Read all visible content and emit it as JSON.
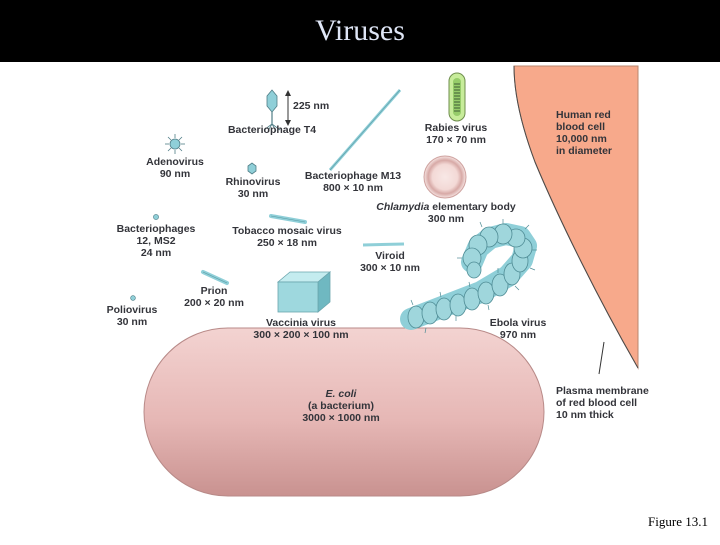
{
  "slide": {
    "title": "Viruses",
    "caption": "Figure 13.1"
  },
  "colors": {
    "title_bar": "#000000",
    "title_text": "#dfe6f6",
    "virus_teal": "#8ccfd6",
    "red_blood_cell": "#f7a98b",
    "ecoli": "#e6b3b3"
  },
  "labels": {
    "t4_scale": "225 nm",
    "t4": "Bacteriophage T4",
    "adenovirus": [
      "Adenovirus",
      "90 nm"
    ],
    "rhinovirus": [
      "Rhinovirus",
      "30 nm"
    ],
    "m13": [
      "Bacteriophage M13",
      "800 × 10 nm"
    ],
    "rabies": [
      "Rabies virus",
      "170 × 70 nm"
    ],
    "rbc": [
      "Human red",
      "blood cell",
      "10,000 nm",
      "in diameter"
    ],
    "chlamydia": {
      "italic": "Chlamydia",
      "rest": " elementary body",
      "size": "300 nm"
    },
    "phages_ms2": [
      "Bacteriophages",
      "12, MS2",
      "24 nm"
    ],
    "tmv": [
      "Tobacco mosaic virus",
      "250 × 18 nm"
    ],
    "viroid": [
      "Viroid",
      "300 × 10 nm"
    ],
    "prion": [
      "Prion",
      "200 × 20 nm"
    ],
    "poliovirus": [
      "Poliovirus",
      "30 nm"
    ],
    "vaccinia": [
      "Vaccinia virus",
      "300 × 200 × 100 nm"
    ],
    "ebola": [
      "Ebola virus",
      "970 nm"
    ],
    "ecoli": {
      "name": "E. coli",
      "desc": "(a bacterium)",
      "size": "3000 × 1000 nm"
    },
    "membrane": [
      "Plasma membrane",
      "of red blood cell",
      "10 nm thick"
    ]
  }
}
